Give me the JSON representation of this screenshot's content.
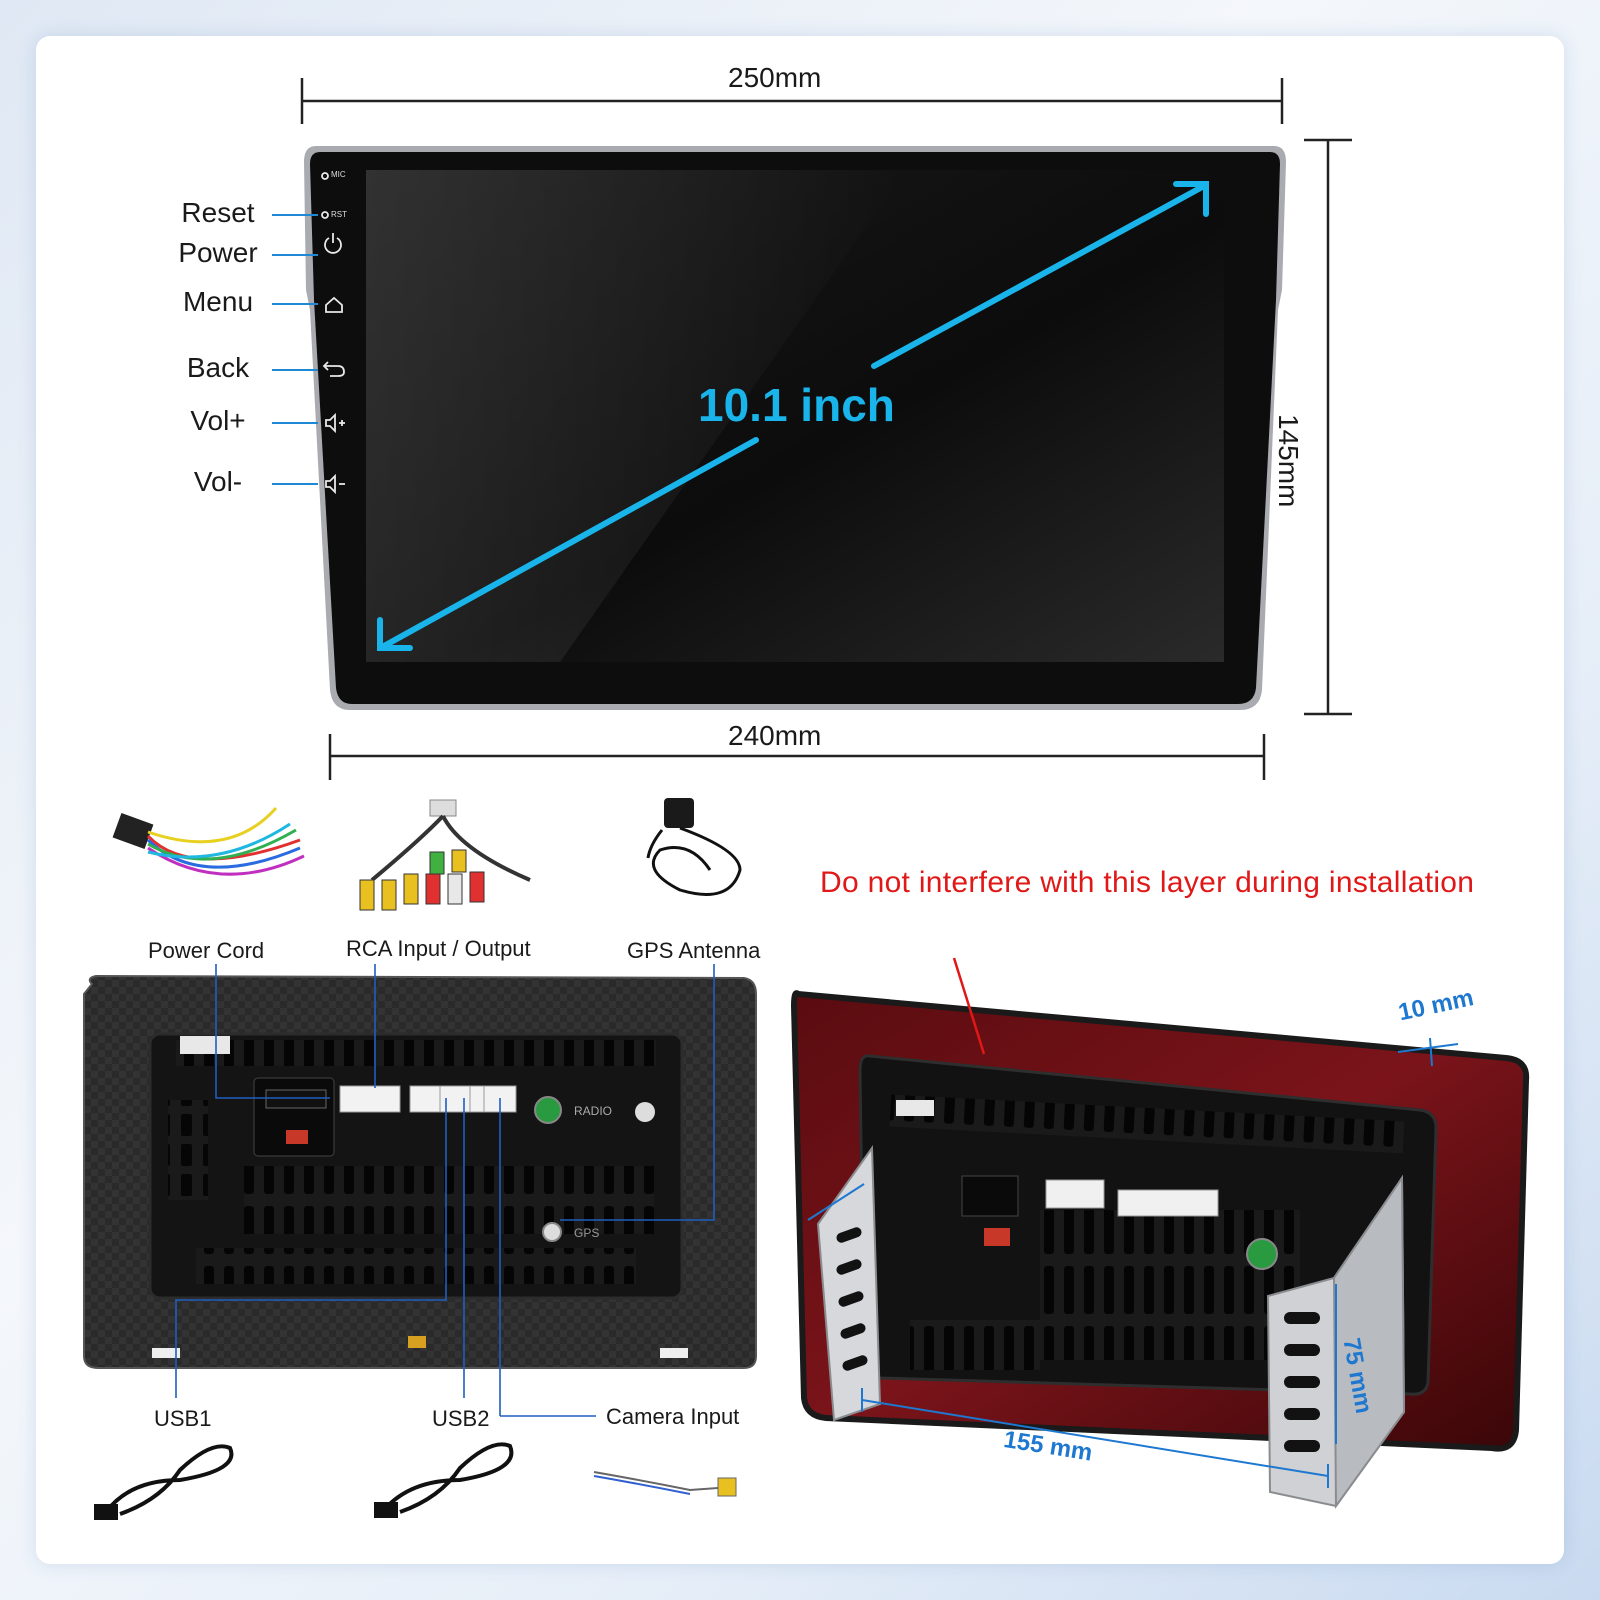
{
  "dimensions": {
    "top_width": "250mm",
    "bottom_width": "240mm",
    "height": "145mm",
    "diagonal": "10.1 inch"
  },
  "screen_marks": {
    "mic": "MIC",
    "rst": "RST"
  },
  "side_buttons": [
    "Reset",
    "Power",
    "Menu",
    "Back",
    "Vol+",
    "Vol-"
  ],
  "accessories": {
    "power_cord": "Power Cord",
    "rca": "RCA Input / Output",
    "gps": "GPS Antenna",
    "usb1": "USB1",
    "usb2": "USB2",
    "camera": "Camera Input"
  },
  "back_panel_marks": {
    "radio": "RADIO",
    "gps": "GPS"
  },
  "warning": "Do not interfere with this layer during installation",
  "install_dims": {
    "depth": "10 mm",
    "width": "155 mm",
    "height": "75 mm"
  },
  "colors": {
    "accent_cyan": "#18b4ea",
    "warning_red": "#e01818",
    "dim_blue": "#1e78d0"
  }
}
